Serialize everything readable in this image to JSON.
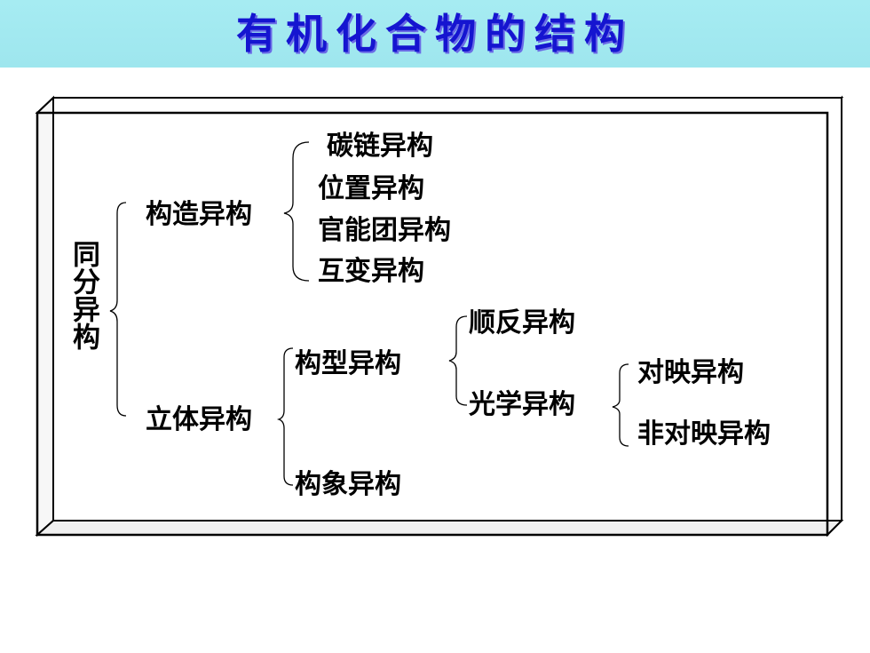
{
  "title": "有机化合物的结构",
  "colors": {
    "title_band": "#a6ecf2",
    "title_text": "#1515d0",
    "frame_stroke": "#000000"
  },
  "tree": {
    "root": "同分异构",
    "constitutional": {
      "label": "构造异构",
      "children": [
        "碳链异构",
        "位置异构",
        "官能团异构",
        "互变异构"
      ]
    },
    "stereo": {
      "label": "立体异构",
      "configurational": {
        "label": "构型异构",
        "cis_trans": "顺反异构",
        "optical": {
          "label": "光学异构",
          "children": [
            "对映异构",
            "非对映异构"
          ]
        }
      },
      "conformational": "构象异构"
    }
  }
}
